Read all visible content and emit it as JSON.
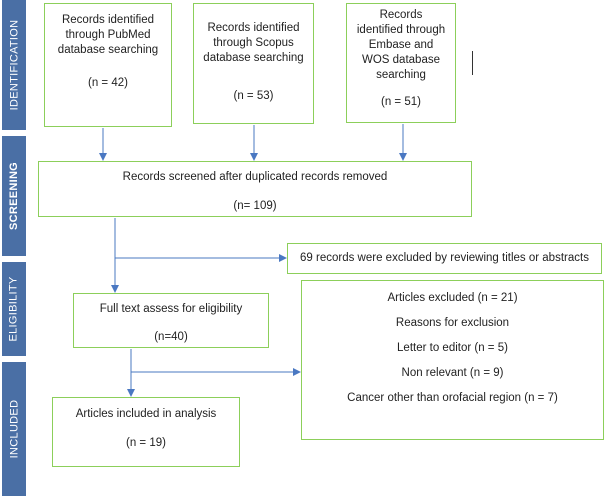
{
  "stages": {
    "identification": "IDENTIFICATION",
    "screening": "SCREENING",
    "eligibility": "ELIGIBILITY",
    "included": "INCLUDED"
  },
  "boxes": {
    "pubmed": {
      "text": "Records identified through PubMed database searching",
      "count": "(n = 42)"
    },
    "scopus": {
      "text": "Records identified through Scopus database searching",
      "count": "(n = 53)"
    },
    "embase": {
      "text": "Records identified through Embase and WOS database searching",
      "count": "(n = 51)"
    },
    "screened": {
      "text": "Records screened after duplicated records removed",
      "count": "(n= 109)"
    },
    "excluded_titles": {
      "text": "69 records were excluded by reviewing titles or abstracts"
    },
    "fulltext": {
      "text": "Full text assess for eligibility",
      "count": "(n=40)"
    },
    "articles_excluded": {
      "title": "Articles excluded (n = 21)",
      "reasons_title": "Reasons for exclusion",
      "reasons": [
        "Letter to editor (n = 5)",
        "Non relevant (n = 9)",
        "Cancer other than orofacial region (n = 7)"
      ]
    },
    "included": {
      "text": "Articles included in analysis",
      "count": "(n = 19)"
    }
  },
  "colors": {
    "stage_bar": "#4a6fa5",
    "box_border": "#8ccf5a",
    "arrow": "#4a78c2"
  }
}
